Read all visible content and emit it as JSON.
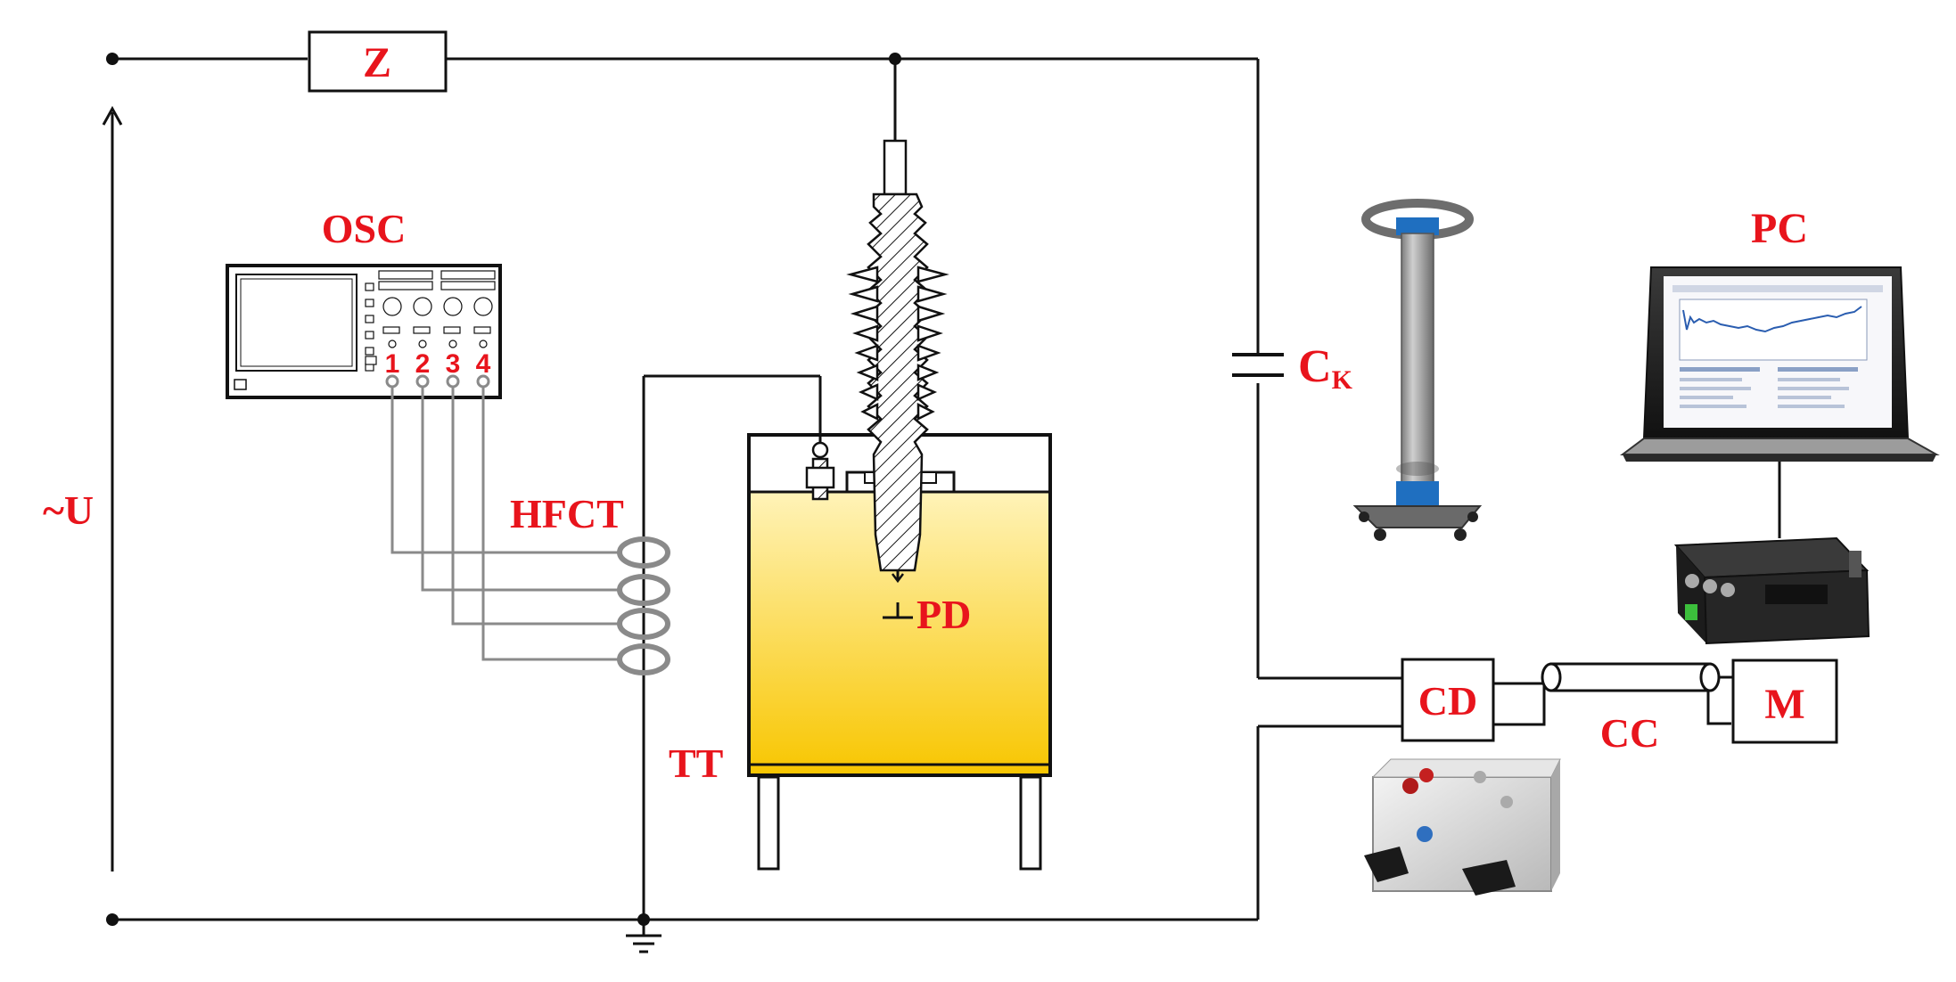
{
  "labels": {
    "z": "Z",
    "voltage": "~U",
    "osc": "OSC",
    "hfct": "HFCT",
    "pd": "PD",
    "tt": "TT",
    "ck_main": "C",
    "ck_sub": "K",
    "pc": "PC",
    "cd": "CD",
    "cc": "CC",
    "m": "M"
  },
  "channels": [
    "1",
    "2",
    "3",
    "4"
  ],
  "colors": {
    "label": "#e8141c",
    "wire": "#111111",
    "hfct_wire": "#8a8a8a",
    "oil_top": "#fff2b0",
    "oil_bottom": "#f7c800",
    "chart_line": "#2a5db0"
  }
}
